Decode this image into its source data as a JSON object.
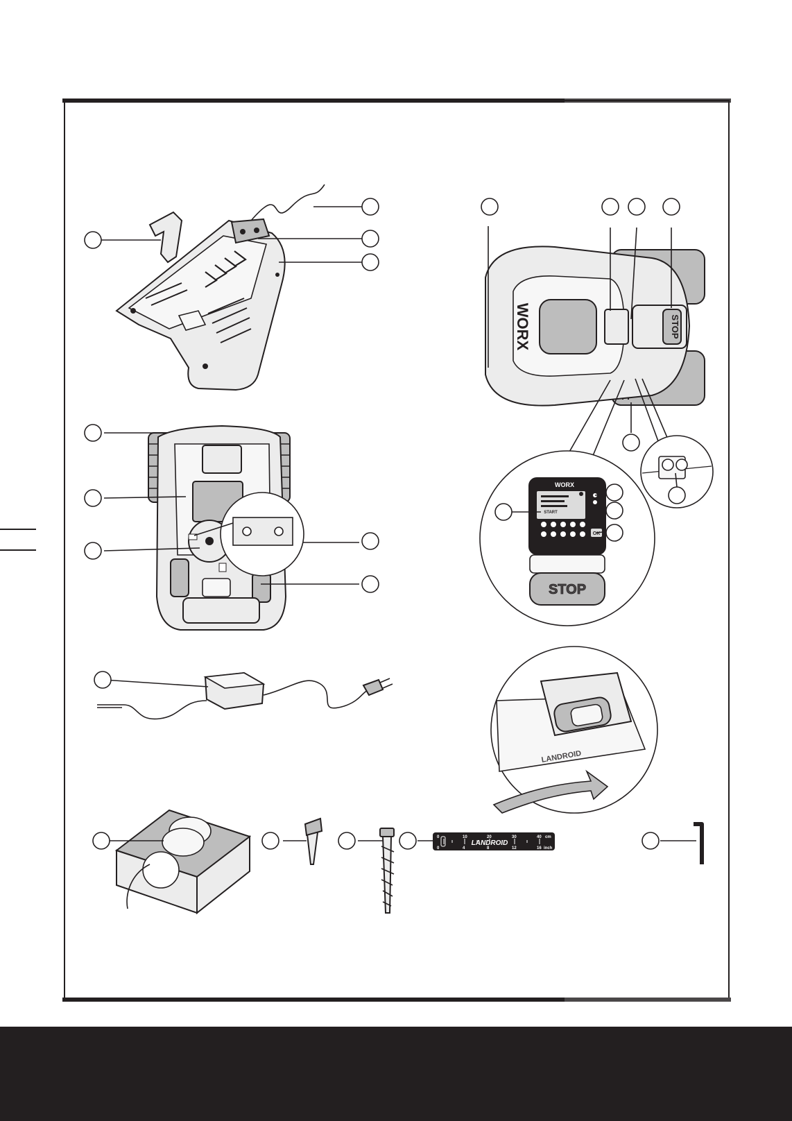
{
  "colors": {
    "ink": "#231f20",
    "panel": "#ececec",
    "shade": "#bdbdbd",
    "background": "#ffffff"
  },
  "labels": {
    "brand": "WORX",
    "stop": "STOP",
    "start": "START",
    "ok": "OK",
    "landroid": "LANDROID",
    "ruler_cm": [
      "0",
      "10",
      "20",
      "30",
      "40"
    ],
    "ruler_in": [
      "0",
      "4",
      "8",
      "12",
      "16"
    ],
    "ruler_unit_cm": "cm",
    "ruler_unit_in": "inch"
  }
}
